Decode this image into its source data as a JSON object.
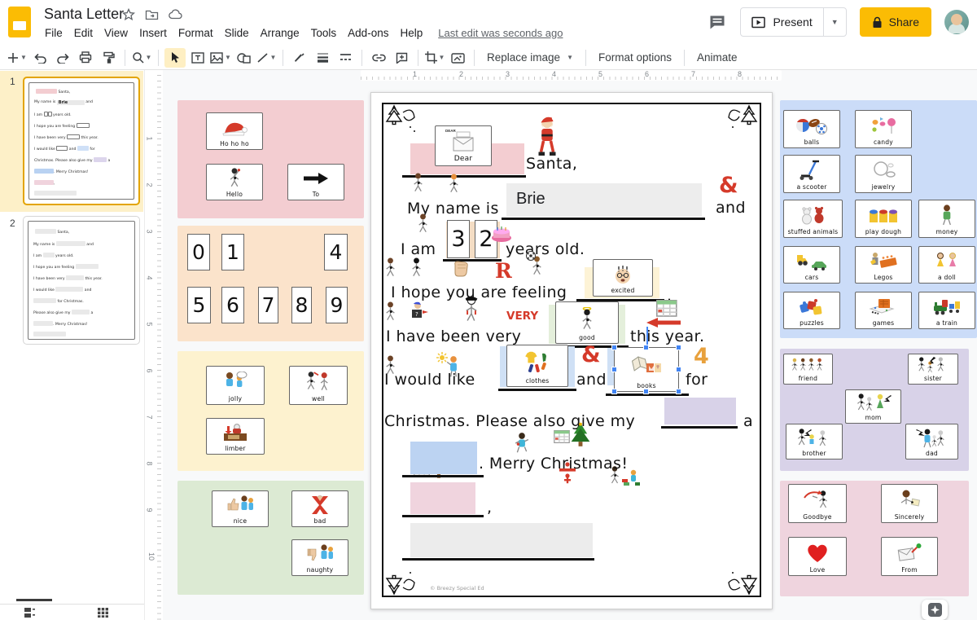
{
  "header": {
    "title": "Santa Letter",
    "menu": [
      "File",
      "Edit",
      "View",
      "Insert",
      "Format",
      "Slide",
      "Arrange",
      "Tools",
      "Add-ons",
      "Help"
    ],
    "last_edit": "Last edit was seconds ago",
    "present_label": "Present",
    "share_label": "Share"
  },
  "toolbar": {
    "replace_image_label": "Replace image",
    "format_options_label": "Format options",
    "animate_label": "Animate"
  },
  "filmstrip": {
    "slide1_number": "1",
    "slide2_number": "2"
  },
  "rulers": {
    "h": [
      "1",
      "2",
      "3",
      "4",
      "5",
      "6",
      "7",
      "8"
    ],
    "v": [
      "1",
      "2",
      "3",
      "4",
      "5",
      "6",
      "7",
      "8",
      "9",
      "10"
    ]
  },
  "letter": {
    "santa": "Santa,",
    "my_name_is": "My name is",
    "name_value": "Brie",
    "amp": "&",
    "and": "and",
    "i_am": "I am",
    "digit1": "3",
    "digit2": "2",
    "years_old": "years old.",
    "hope_feeling": "I hope you are feeling",
    "period": ".",
    "have_been": "I have been very",
    "very": "VERY",
    "this_year": "this year.",
    "would_like": "I would like",
    "four": "4",
    "for_word": "for",
    "give_my": "Christmas. Please also give my",
    "a": "a",
    "merry": ". Merry Christmas!",
    "comma": ",",
    "r": "R",
    "footer": "© Breezy Special Ed",
    "cards": {
      "dear": "Dear",
      "dear_small": "DEAR",
      "excited": "excited",
      "good": "good",
      "clothes": "clothes",
      "books": "books"
    }
  },
  "thumb": {
    "for_christmas": "for Christmas.",
    "please_give": "Please also give my",
    "merry2": "Merry Christmas!"
  },
  "panels": {
    "greetings": {
      "hohoho": "Ho ho ho",
      "hello": "Hello",
      "to": "To"
    },
    "numbers": [
      "0",
      "1",
      "4",
      "5",
      "6",
      "7",
      "8",
      "9"
    ],
    "feelings": {
      "jolly": "jolly",
      "well": "well",
      "limber": "limber"
    },
    "behavior": {
      "nice": "nice",
      "bad": "bad",
      "naughty": "naughty"
    },
    "gifts": [
      "balls",
      "candy",
      "a scooter",
      "jewelry",
      "stuffed animals",
      "play dough",
      "money",
      "cars",
      "Legos",
      "a doll",
      "puzzles",
      "games",
      "a train"
    ],
    "family": [
      "friend",
      "sister",
      "mom",
      "brother",
      "dad"
    ],
    "closings": [
      "Goodbye",
      "Sincerely",
      "Love",
      "From"
    ]
  },
  "colors": {
    "accent_yellow": "#fbbc04",
    "selection_blue": "#4285f4"
  }
}
